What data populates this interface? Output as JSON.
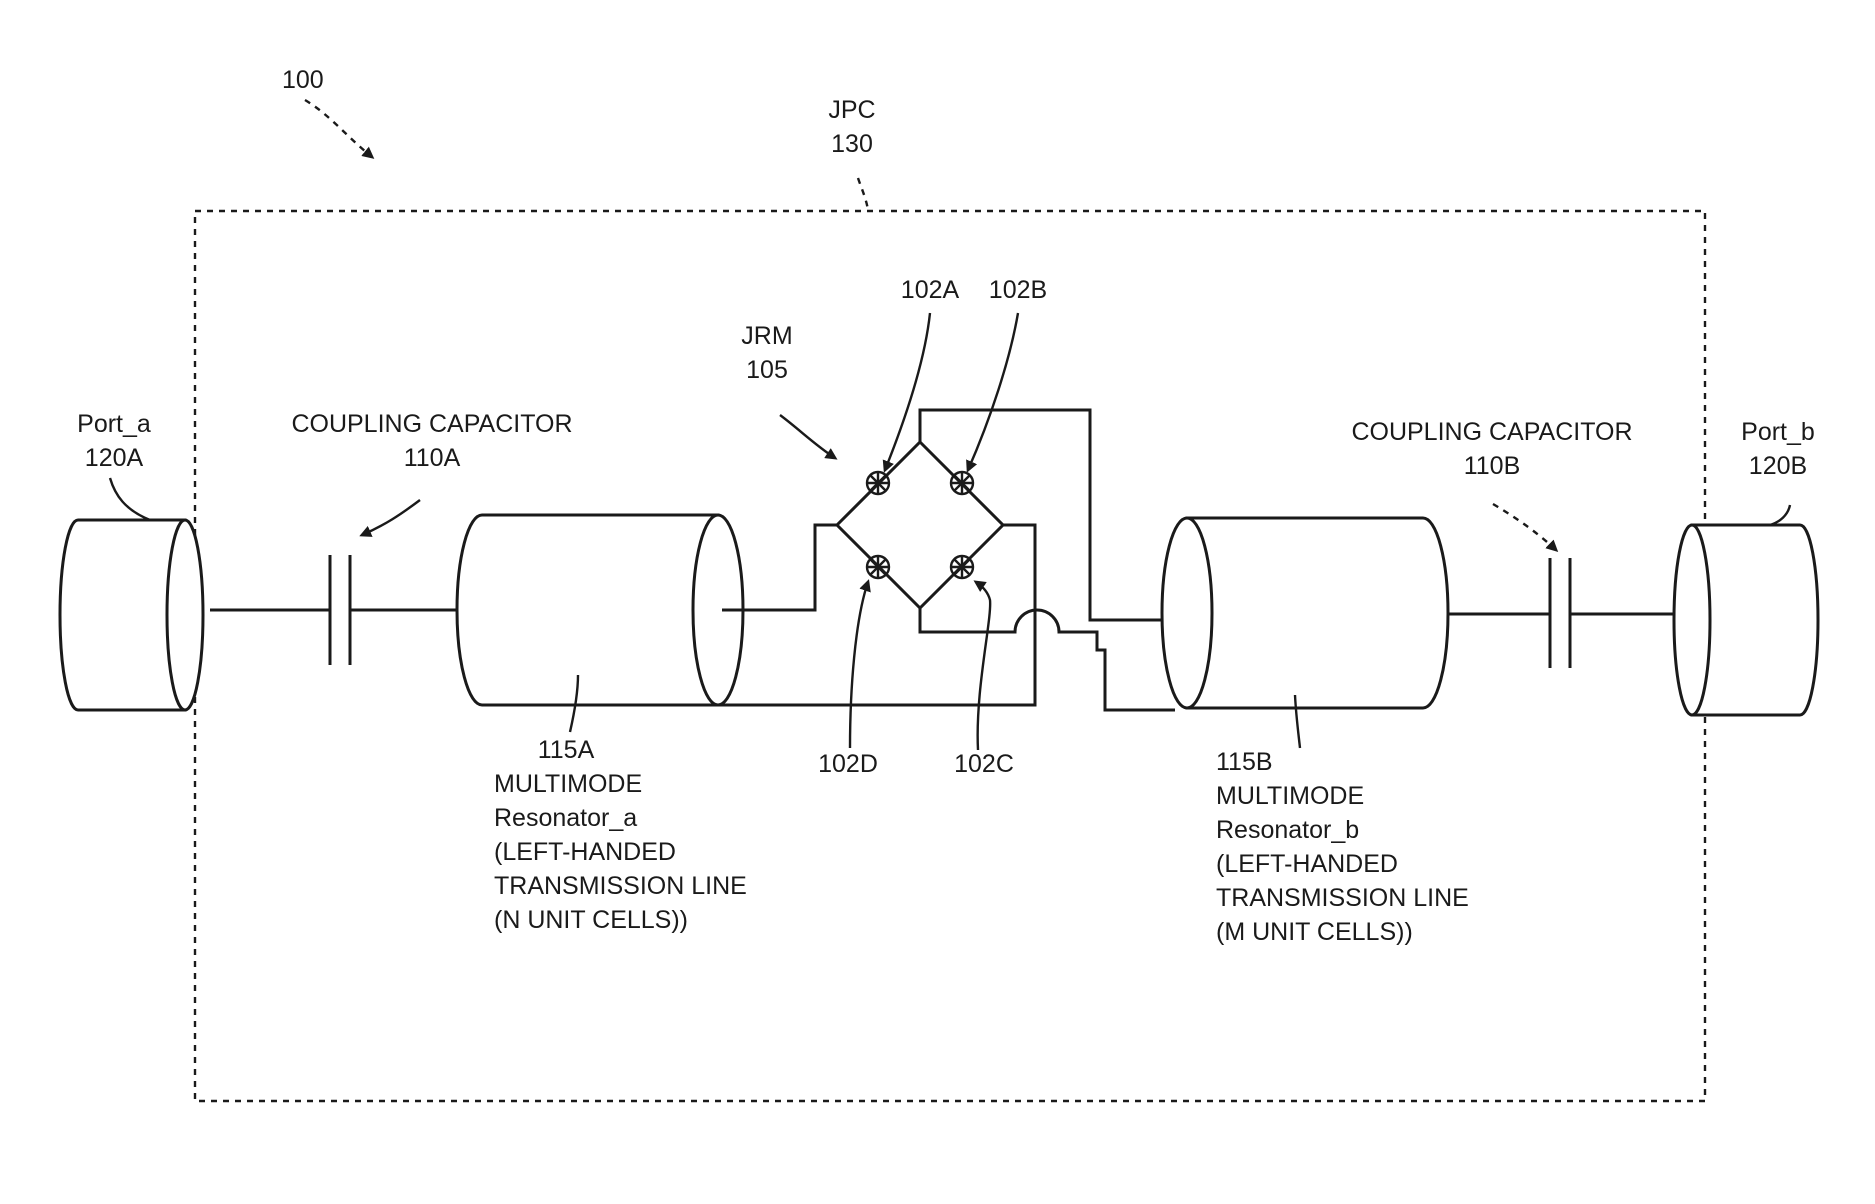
{
  "figure": {
    "ref": "100",
    "jpc": {
      "name": "JPC",
      "ref": "130"
    },
    "jrm": {
      "name": "JRM",
      "ref": "105"
    },
    "junctions": {
      "a": "102A",
      "b": "102B",
      "c": "102C",
      "d": "102D"
    },
    "port_a": {
      "name": "Port_a",
      "ref": "120A"
    },
    "port_b": {
      "name": "Port_b",
      "ref": "120B"
    },
    "cap_a": {
      "name": "COUPLING CAPACITOR",
      "ref": "110A"
    },
    "cap_b": {
      "name": "COUPLING CAPACITOR",
      "ref": "110B"
    },
    "resonator_a": {
      "lines": [
        "115A",
        "MULTIMODE",
        "Resonator_a",
        "(LEFT-HANDED",
        "TRANSMISSION LINE",
        "(N UNIT CELLS))"
      ]
    },
    "resonator_b": {
      "lines": [
        "115B",
        "MULTIMODE",
        "Resonator_b",
        "(LEFT-HANDED",
        "TRANSMISSION LINE",
        "(M UNIT CELLS))"
      ]
    }
  }
}
